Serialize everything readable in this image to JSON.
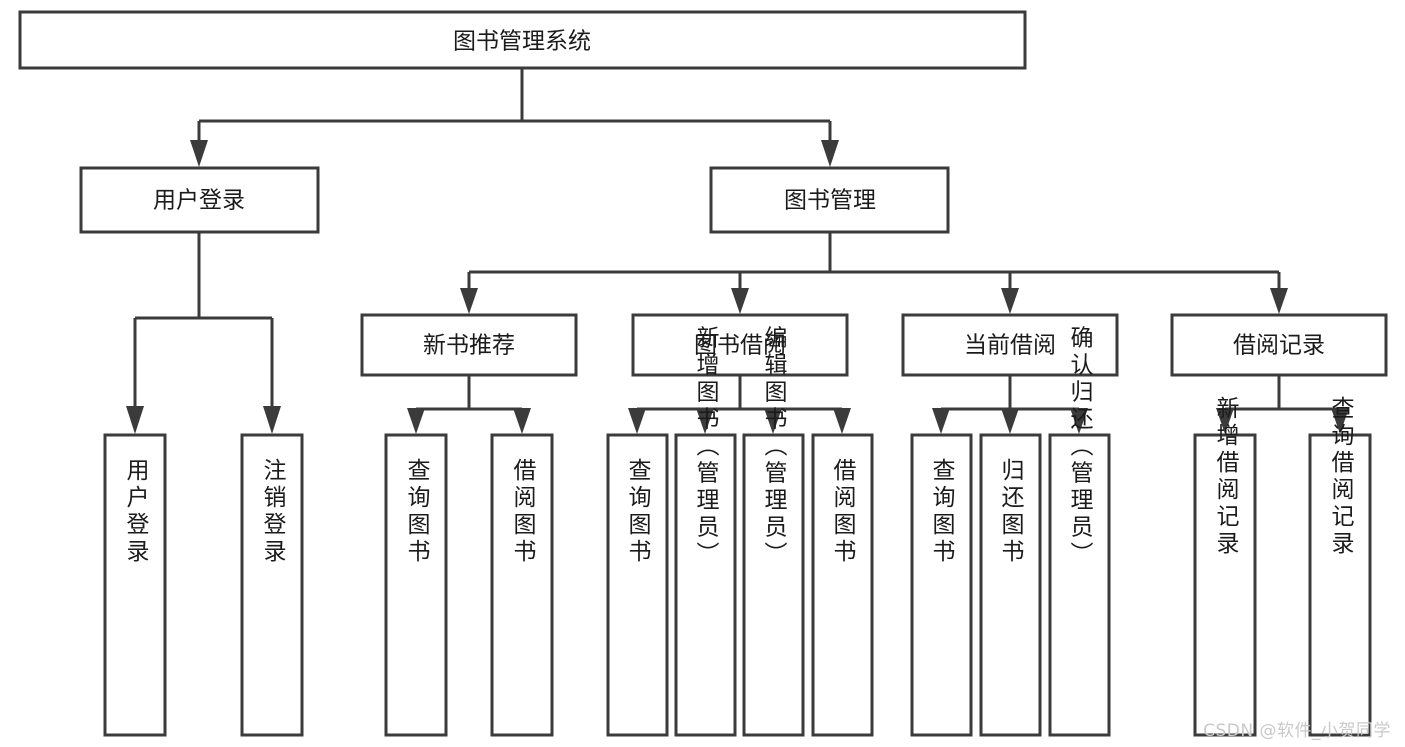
{
  "diagram": {
    "type": "tree",
    "title": "图书管理系统",
    "orientation": "top-down",
    "watermark": "CSDN @软件_小贺同学",
    "colors": {
      "background": "#ffffff",
      "box_fill": "#ffffff",
      "box_stroke": "#3b3b3b",
      "text": "#1b1b1b",
      "watermark": "#c9c9c9"
    },
    "levels": {
      "root": {
        "label": "图书管理系统"
      },
      "level2": [
        {
          "label": "用户登录"
        },
        {
          "label": "图书管理"
        }
      ],
      "level3": [
        {
          "label": "新书推荐"
        },
        {
          "label": "图书借阅"
        },
        {
          "label": "当前借阅"
        },
        {
          "label": "借阅记录"
        }
      ],
      "leaves": {
        "user_login": [
          {
            "label": "用户登录"
          },
          {
            "label": "注销登录"
          }
        ],
        "new_book": [
          {
            "label": "查询图书"
          },
          {
            "label": "借阅图书"
          }
        ],
        "book_borrow": [
          {
            "label": "查询图书"
          },
          {
            "label": "新增图书（管理员）"
          },
          {
            "label": "编辑图书（管理员）"
          },
          {
            "label": "借阅图书"
          }
        ],
        "current_borrow": [
          {
            "label": "查询图书"
          },
          {
            "label": "归还图书"
          },
          {
            "label": "确认归还（管理员）"
          }
        ],
        "borrow_record": [
          {
            "label": "新增借阅记录"
          },
          {
            "label": "查询借阅记录"
          }
        ]
      }
    }
  }
}
